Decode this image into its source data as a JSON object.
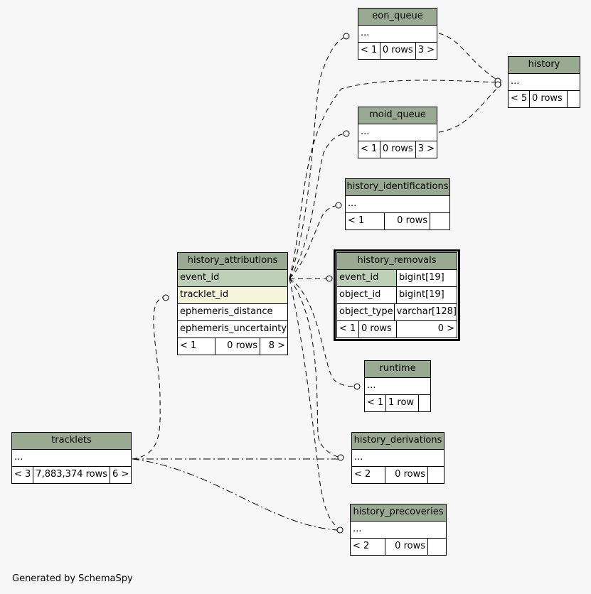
{
  "footer": "Generated by SchemaSpy",
  "tables": {
    "eon_queue": {
      "name": "eon_queue",
      "body": "...",
      "parents": "< 1",
      "rows": "0 rows",
      "children": "3 >"
    },
    "history": {
      "name": "history",
      "body": "...",
      "parents": "< 5",
      "rows": "0 rows",
      "children": ""
    },
    "moid_queue": {
      "name": "moid_queue",
      "body": "...",
      "parents": "< 1",
      "rows": "0 rows",
      "children": "3 >"
    },
    "history_identifications": {
      "name": "history_identifications",
      "body": "...",
      "parents": "< 1",
      "rows": "0 rows",
      "children": ""
    },
    "history_attributions": {
      "name": "history_attributions",
      "columns": [
        "event_id",
        "tracklet_id",
        "ephemeris_distance",
        "ephemeris_uncertainty"
      ],
      "parents": "< 1",
      "rows": "0 rows",
      "children": "8 >"
    },
    "history_removals": {
      "name": "history_removals",
      "columns": [
        {
          "name": "event_id",
          "type": "bigint[19]"
        },
        {
          "name": "object_id",
          "type": "bigint[19]"
        },
        {
          "name": "object_type",
          "type": "varchar[128]"
        }
      ],
      "parents": "< 1",
      "rows": "0 rows",
      "children": "0 >"
    },
    "runtime": {
      "name": "runtime",
      "body": "...",
      "parents": "< 1",
      "rows": "1 row",
      "children": ""
    },
    "tracklets": {
      "name": "tracklets",
      "body": "...",
      "parents": "< 3",
      "rows": "7,883,374 rows",
      "children": "6 >"
    },
    "history_derivations": {
      "name": "history_derivations",
      "body": "...",
      "parents": "< 2",
      "rows": "0 rows",
      "children": ""
    },
    "history_precoveries": {
      "name": "history_precoveries",
      "body": "...",
      "parents": "< 2",
      "rows": "0 rows",
      "children": ""
    }
  }
}
